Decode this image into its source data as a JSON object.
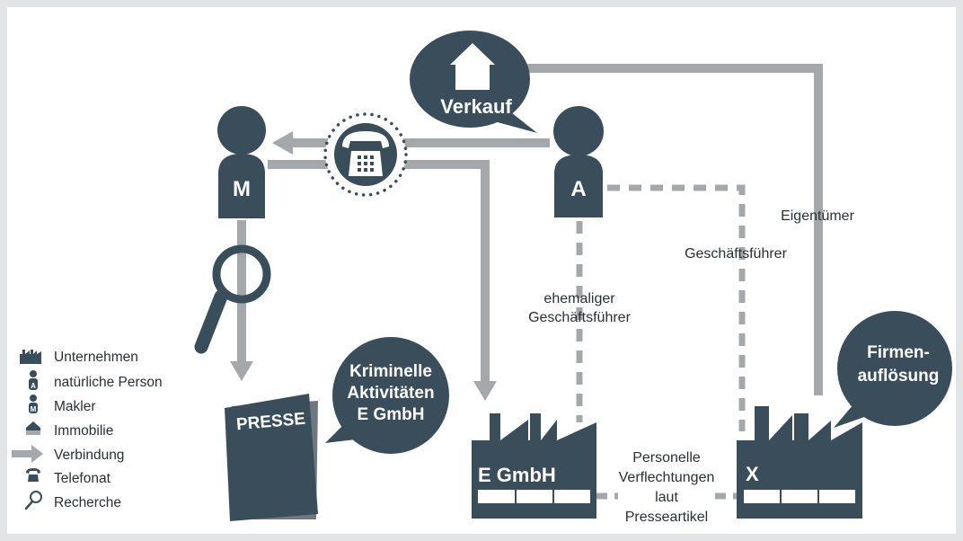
{
  "diagram": {
    "verkauf": "Verkauf",
    "person_m_letter": "M",
    "person_a_letter": "A",
    "presse": "PRESSE",
    "kriminelle": [
      "Kriminelle",
      "Aktivitäten",
      "E GmbH"
    ],
    "firmenaufloesung": [
      "Firmen-",
      "auflösung"
    ],
    "egmbh": "E GmbH",
    "x_company": "X",
    "eigentuemer": "Eigentümer",
    "geschaeftsfuehrer": "Geschäftsführer",
    "ehemaliger": [
      "ehemaliger",
      "Geschäftsführer"
    ],
    "personelle": [
      "Personelle",
      "Verflechtungen",
      "laut",
      "Presseartikel"
    ]
  },
  "legend": {
    "items": [
      {
        "icon": "factory-icon",
        "label": "Unternehmen"
      },
      {
        "icon": "person-a-icon",
        "label": "natürliche Person"
      },
      {
        "icon": "person-m-icon",
        "label": "Makler"
      },
      {
        "icon": "house-icon",
        "label": "Immobilie"
      },
      {
        "icon": "arrow-icon",
        "label": "Verbindung"
      },
      {
        "icon": "telephone-icon",
        "label": "Telefonat"
      },
      {
        "icon": "magnifier-icon",
        "label": "Recherche"
      }
    ]
  },
  "colors": {
    "dark": "#3a4d5a",
    "arrow": "#a5a8ab",
    "text": "#2b2f33",
    "background": "#e3e4e6"
  }
}
